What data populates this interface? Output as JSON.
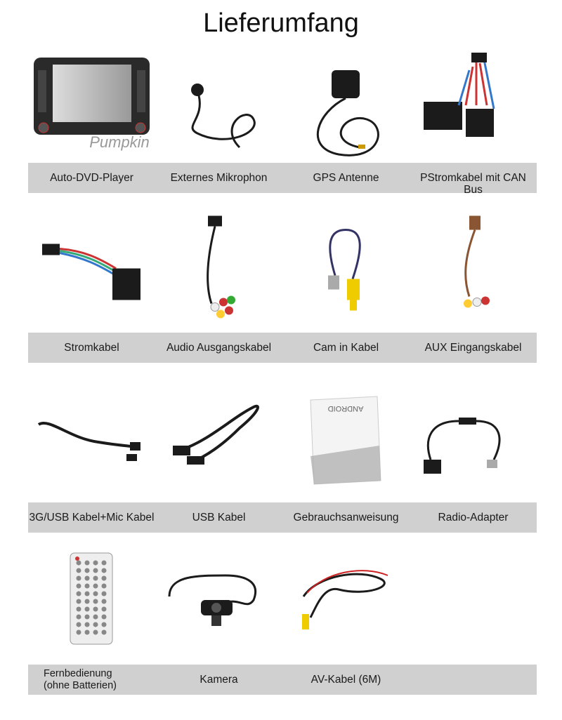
{
  "title": "Lieferumfang",
  "rows": [
    {
      "items": [
        {
          "label": "Auto-DVD-Player",
          "icon": "dvd-player-image",
          "logo": "Pumpkin"
        },
        {
          "label": "Externes Mikrophon",
          "icon": "microphone-image"
        },
        {
          "label": "GPS Antenne",
          "icon": "gps-antenna-image"
        },
        {
          "label": "PStromkabel mit CAN Bus",
          "icon": "canbus-cable-image"
        }
      ]
    },
    {
      "items": [
        {
          "label": "Stromkabel",
          "icon": "power-cable-image"
        },
        {
          "label": "Audio Ausgangskabel",
          "icon": "audio-out-cable-image"
        },
        {
          "label": "Cam in Kabel",
          "icon": "cam-in-cable-image"
        },
        {
          "label": "AUX Eingangskabel",
          "icon": "aux-in-cable-image"
        }
      ]
    },
    {
      "items": [
        {
          "label": "3G/USB Kabel+Mic Kabel",
          "icon": "usb-mic-cable-image"
        },
        {
          "label": "USB Kabel",
          "icon": "usb-cable-image"
        },
        {
          "label": "Gebrauchsanweisung",
          "icon": "manual-image",
          "logo": "ANDROID"
        },
        {
          "label": "Radio-Adapter",
          "icon": "radio-adapter-image"
        }
      ]
    },
    {
      "items": [
        {
          "label": "Fernbedienung\n(ohne Batterien)",
          "icon": "remote-control-image"
        },
        {
          "label": "Kamera",
          "icon": "camera-image"
        },
        {
          "label": "AV-Kabel (6M)",
          "icon": "av-cable-image"
        }
      ]
    }
  ]
}
